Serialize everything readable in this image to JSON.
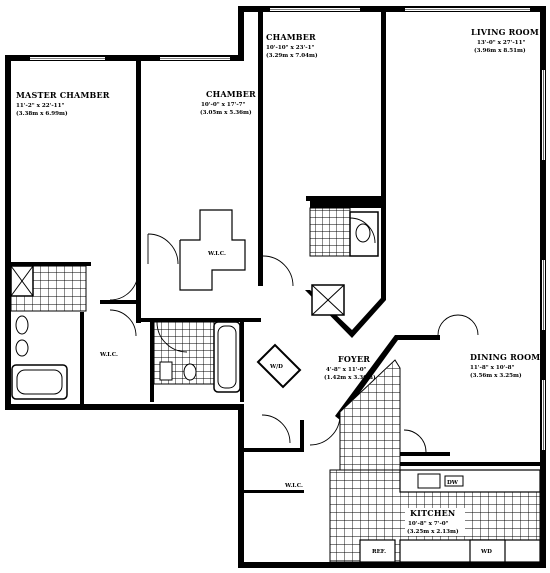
{
  "rooms": {
    "master_chamber": {
      "name": "MASTER CHAMBER",
      "dim_ft": "11'-2\" x 22'-11\"",
      "dim_m": "(3.38m x 6.99m)"
    },
    "chamber_middle": {
      "name": "CHAMBER",
      "dim_ft": "10'-0\" x 17'-7\"",
      "dim_m": "(3.05m x 5.36m)"
    },
    "chamber_top": {
      "name": "CHAMBER",
      "dim_ft": "10'-10\" x 23'-1\"",
      "dim_m": "(3.29m x 7.04m)"
    },
    "living_room": {
      "name": "LIVING ROOM",
      "dim_ft": "13'-0\" x 27'-11\"",
      "dim_m": "(3.96m x 8.51m)"
    },
    "foyer": {
      "name": "FOYER",
      "dim_ft": "4'-8\" x 11'-0\"",
      "dim_m": "(1.42m x 3.36m)"
    },
    "dining_room": {
      "name": "DINING ROOM",
      "dim_ft": "11'-8\" x 10'-8\"",
      "dim_m": "(3.56m x 3.25m)"
    },
    "kitchen": {
      "name": "KITCHEN",
      "dim_ft": "10'-8\" x 7'-0\"",
      "dim_m": "(3.25m x 2.13m)"
    }
  },
  "fixtures": {
    "wic_left": "W.I.C.",
    "wic_middle": "W.I.C.",
    "wic_foyer": "W.I.C.",
    "wd": "W/D",
    "dw": "DW",
    "ref": "REF.",
    "wd_kitchen": "WD"
  },
  "colors": {
    "wall": "#000000",
    "background": "#ffffff"
  }
}
